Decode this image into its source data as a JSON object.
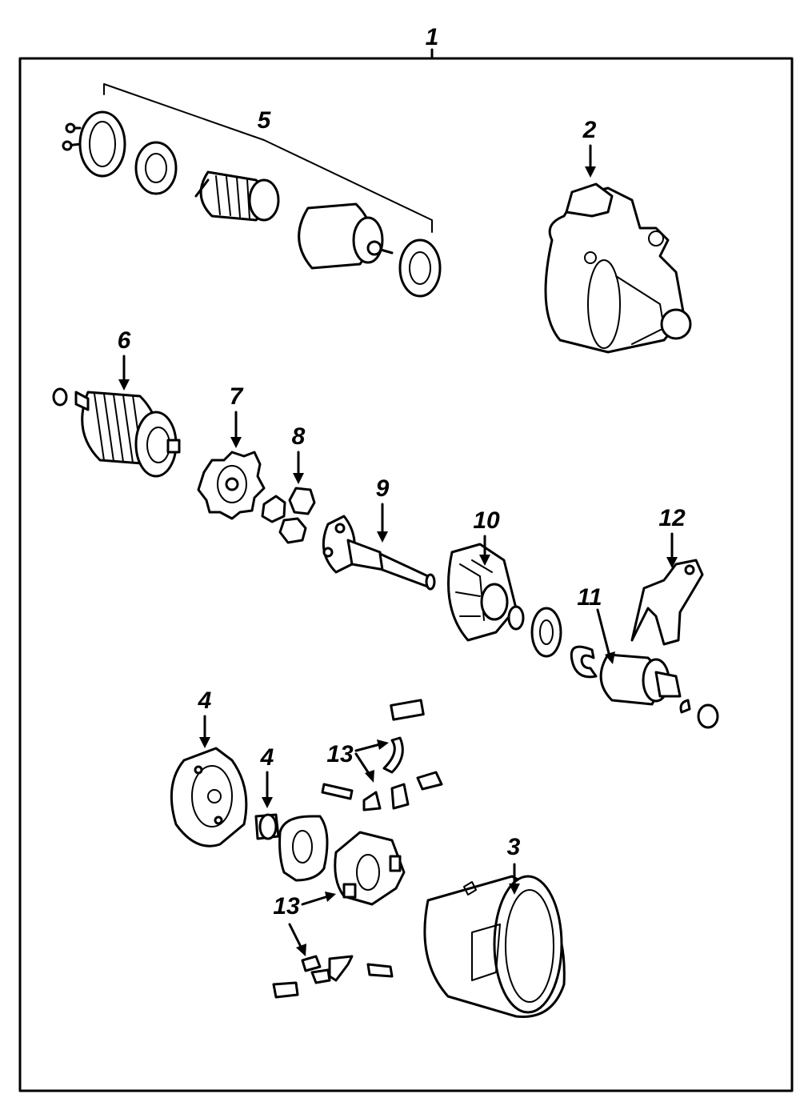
{
  "diagram": {
    "callouts": [
      {
        "id": "c1",
        "text": "1"
      },
      {
        "id": "c2",
        "text": "2"
      },
      {
        "id": "c3",
        "text": "3"
      },
      {
        "id": "c4a",
        "text": "4"
      },
      {
        "id": "c4b",
        "text": "4"
      },
      {
        "id": "c5",
        "text": "5"
      },
      {
        "id": "c6",
        "text": "6"
      },
      {
        "id": "c7",
        "text": "7"
      },
      {
        "id": "c8",
        "text": "8"
      },
      {
        "id": "c9",
        "text": "9"
      },
      {
        "id": "c10",
        "text": "10"
      },
      {
        "id": "c11",
        "text": "11"
      },
      {
        "id": "c12",
        "text": "12"
      },
      {
        "id": "c13a",
        "text": "13"
      },
      {
        "id": "c13b",
        "text": "13"
      }
    ]
  }
}
